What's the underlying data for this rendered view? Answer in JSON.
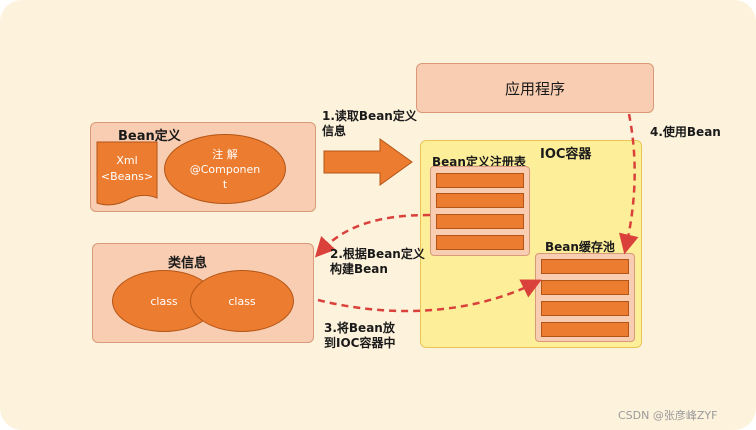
{
  "bean_definition": {
    "title": "Bean定义",
    "xml_lines": [
      "Xml",
      "<Beans>"
    ],
    "annotation_lines": [
      "注 解",
      "@Componen",
      "t"
    ]
  },
  "app": {
    "title": "应用程序"
  },
  "ioc": {
    "title": "IOC容器",
    "registry_title": "Bean定义注册表",
    "pool_title": "Bean缓存池"
  },
  "class_info": {
    "title": "类信息",
    "class_left": "class",
    "class_right": "class"
  },
  "steps": {
    "step1": [
      "1.读取Bean定义",
      "信息"
    ],
    "step2": [
      "2.根据Bean定义",
      "构建Bean"
    ],
    "step3": [
      "3.将Bean放",
      "到IOC容器中"
    ],
    "step4": "4.使用Bean"
  },
  "watermark": "CSDN @张彦峰ZYF",
  "colors": {
    "background": "#fdf2dc",
    "pink_box": "#f8cdb2",
    "orange": "#ec7c30",
    "ioc_yellow": "#fdee9a",
    "arrow_red": "#d9413a"
  }
}
